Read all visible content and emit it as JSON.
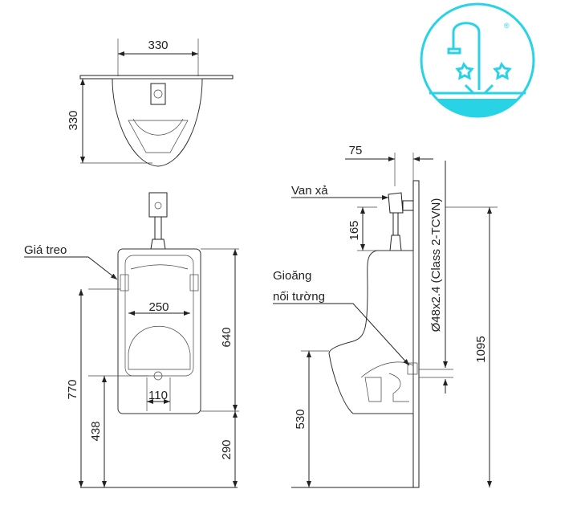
{
  "top_view": {
    "width_label": "330",
    "depth_label": "330"
  },
  "front_view": {
    "bracket_label": "Giá treo",
    "bowl_width_label": "250",
    "outlet_width_label": "110",
    "body_height_label": "640",
    "floor_gap_label": "290",
    "total_height_label": "770",
    "outlet_height_label": "438"
  },
  "side_view": {
    "valve_label": "Van xả",
    "valve_offset_label": "75",
    "valve_height_label": "165",
    "gasket_label_line1": "Gioăng",
    "gasket_label_line2": "nối tường",
    "rim_height_label": "530",
    "inlet_height_label": "1095",
    "pipe_label": "Ø48x2.4 (Class 2-TCVN)"
  },
  "logo": {
    "color": "#29d3e6",
    "mark": "®"
  }
}
